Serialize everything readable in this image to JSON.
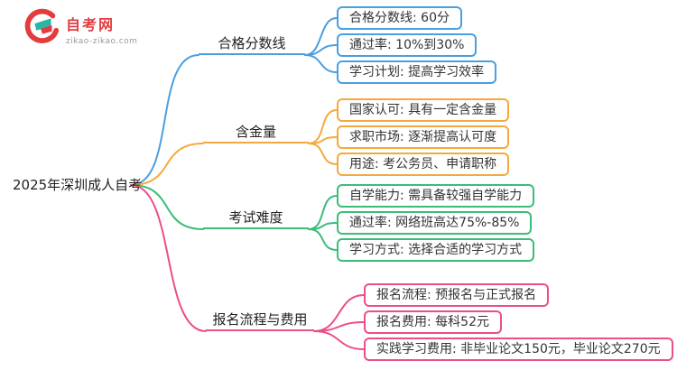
{
  "logo": {
    "site_name": "自考网",
    "site_url": "zikao-zikao.com"
  },
  "root": {
    "label": "2025年深圳成人自考"
  },
  "colors": {
    "blue": "#4a9fe0",
    "orange": "#f5a93c",
    "green": "#3bbc79",
    "pink": "#ec4e8a",
    "logo_red": "#e23c3f",
    "logo_teal": "#2ab5a5",
    "text": "#333333"
  },
  "branches": [
    {
      "label": "合格分数线",
      "color": "blue",
      "children": [
        {
          "text": "合格分数线: 60分"
        },
        {
          "text": "通过率: 10%到30%"
        },
        {
          "text": "学习计划: 提高学习效率"
        }
      ]
    },
    {
      "label": "含金量",
      "color": "orange",
      "children": [
        {
          "text": "国家认可: 具有一定含金量"
        },
        {
          "text": "求职市场: 逐渐提高认可度"
        },
        {
          "text": "用途: 考公务员、申请职称"
        }
      ]
    },
    {
      "label": "考试难度",
      "color": "green",
      "children": [
        {
          "text": "自学能力: 需具备较强自学能力"
        },
        {
          "text": "通过率: 网络班高达75%-85%"
        },
        {
          "text": "学习方式: 选择合适的学习方式"
        }
      ]
    },
    {
      "label": "报名流程与费用",
      "color": "pink",
      "children": [
        {
          "text": "报名流程: 预报名与正式报名"
        },
        {
          "text": "报名费用: 每科52元"
        },
        {
          "text": "实践学习费用: 非毕业论文150元，毕业论文270元"
        }
      ]
    }
  ]
}
